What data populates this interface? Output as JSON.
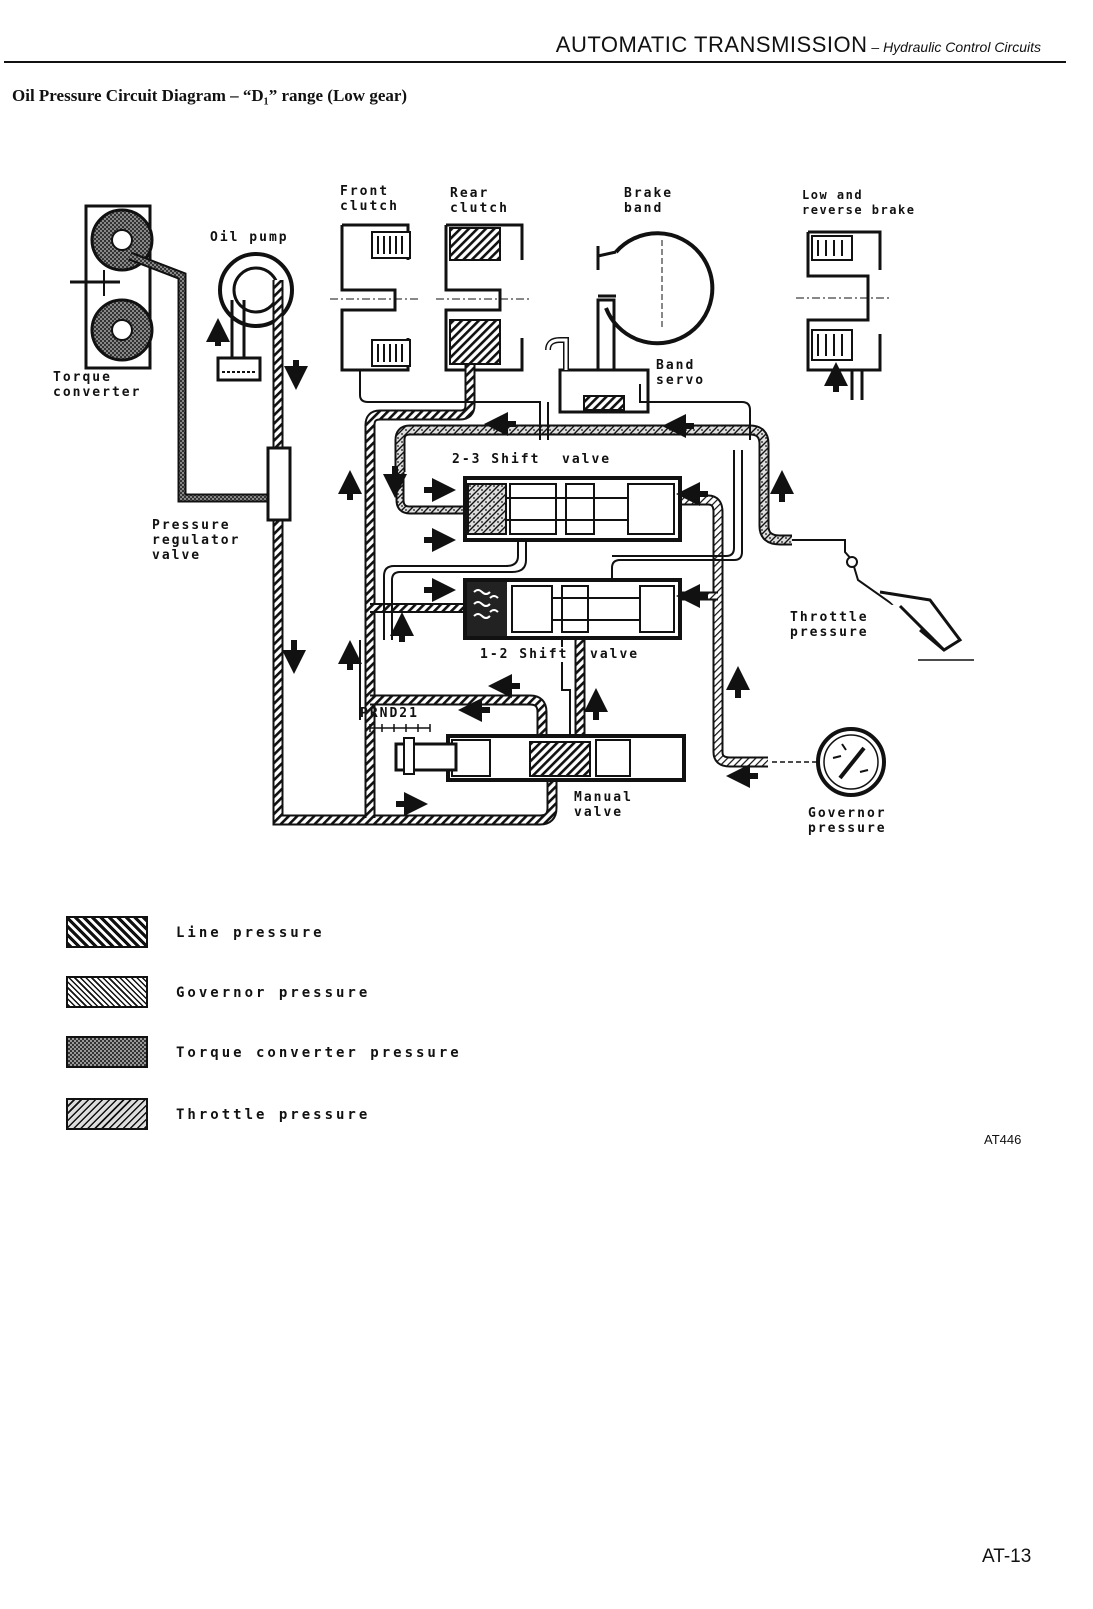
{
  "header": {
    "title": "AUTOMATIC TRANSMISSION",
    "separator": " – ",
    "section": "Hydraulic Control Circuits"
  },
  "subtitle": "Oil Pressure Circuit Diagram – “D₁” range (Low gear)",
  "labels": {
    "torque_converter": "Torque\nconverter",
    "oil_pump": "Oil pump",
    "front_clutch": "Front\nclutch",
    "rear_clutch": "Rear\nclutch",
    "brake_band": "Brake\nband",
    "low_reverse_brake": "Low and\nreverse brake",
    "band_servo": "Band\nservo",
    "shift_23_left": "2-3 Shift",
    "shift_23_right": "valve",
    "shift_12_left": "1-2 Shift",
    "shift_12_right": "valve",
    "pressure_regulator": "Pressure\nregulator\nvalve",
    "throttle_pressure": "Throttle\npressure",
    "governor_pressure": "Governor\npressure",
    "manual_valve": "Manual\nvalve",
    "prnd21": "PRND21"
  },
  "legend": [
    {
      "label": "Line pressure",
      "pattern": "line"
    },
    {
      "label": "Governor pressure",
      "pattern": "governor"
    },
    {
      "label": "Torque converter pressure",
      "pattern": "torque"
    },
    {
      "label": "Throttle pressure",
      "pattern": "throttle"
    }
  ],
  "figure_code": "AT446",
  "page_number": "AT-13",
  "colors": {
    "ink": "#111111",
    "paper": "#ffffff"
  }
}
